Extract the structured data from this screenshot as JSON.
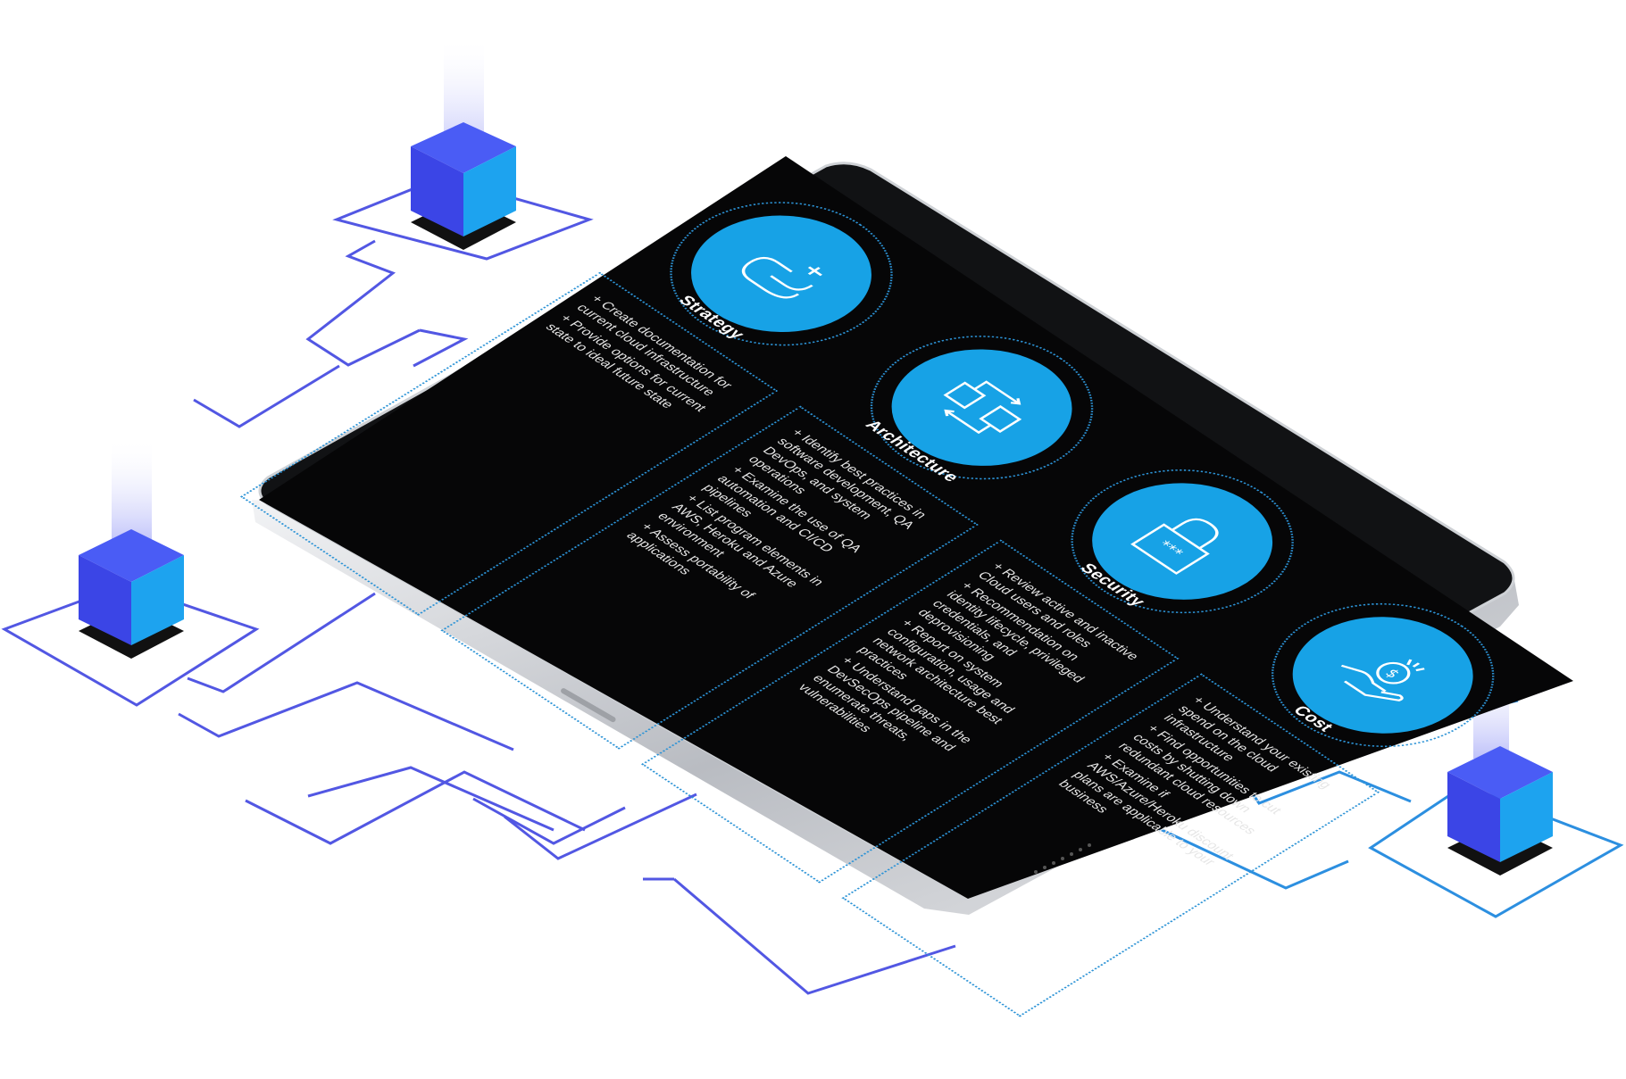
{
  "colors": {
    "screen": "#060607",
    "bezel": "#0c0c0e",
    "frame": "#c9ccd1",
    "accent_blue": "#17a2e6",
    "dotted_border": "#2c93d6",
    "line_purple": "#5257e3",
    "line_blue": "#2c8fe0",
    "cube_top": "#4a55f0",
    "cube_left": "#3d49e8",
    "cube_right": "#1fa0ee"
  },
  "columns": [
    {
      "title": "Strategy",
      "icon": "chain-link-icon",
      "items": [
        "+ Create documentation for current cloud infrastructure",
        "+ Provide options for current state to ideal future state"
      ]
    },
    {
      "title": "Architecture",
      "icon": "flow-diagram-icon",
      "items": [
        "+ Identify best practices in software development, QA DevOps, and system operations",
        "+ Examine the use of QA automation and CI/CD pipelines",
        "+ List program elements in AWS, Heroku and Azure environment",
        "+ Assess portability of applications"
      ]
    },
    {
      "title": "Security",
      "icon": "padlock-icon",
      "items": [
        "+ Review active and inactive Cloud users and roles",
        "+ Recommendation on identity lifecycle, privileged credentials, and deprovisioning",
        "+ Report on system configuration, usage and network architecture best practices",
        "+ Understand gaps in the DevSecOps pipeline and enumerate threats, vulnerabilities"
      ]
    },
    {
      "title": "Cost",
      "icon": "hand-coin-icon",
      "items": [
        "+ Understand your existing spend on the cloud infrastructure",
        "+ Find opportunities to cut costs by shutting down redundant cloud resources",
        "+ Examine if AWS/Azure/Heroku discount plans are applicable to your business"
      ]
    }
  ]
}
